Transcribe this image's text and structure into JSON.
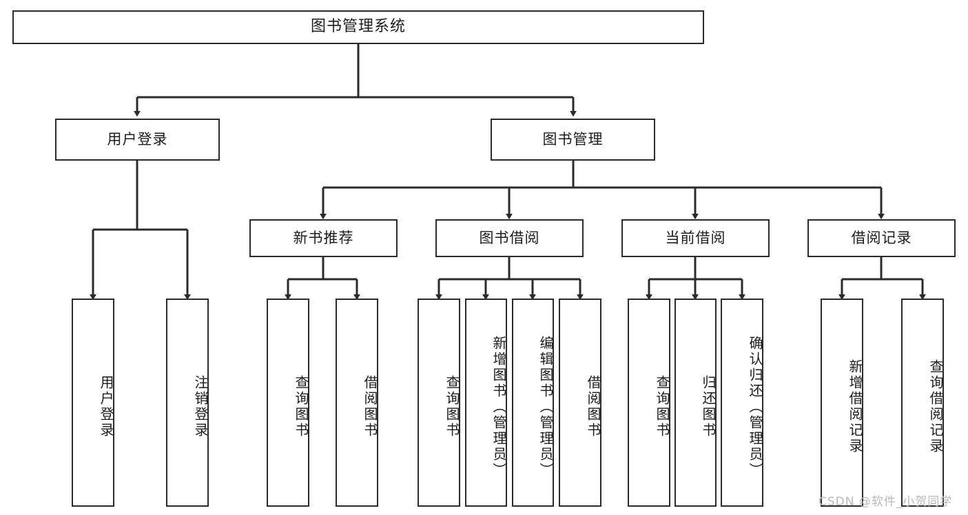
{
  "diagram": {
    "type": "tree",
    "title": "图书管理系统",
    "orientation": "top-down",
    "line_color": "#2b2b2b",
    "box_fill": "#ffffff",
    "background": "#ffffff",
    "watermark": "CSDN @软件_小贺同学",
    "root": {
      "label": "图书管理系统"
    },
    "level2": [
      {
        "label": "用户登录"
      },
      {
        "label": "图书管理"
      }
    ],
    "level3": [
      {
        "label": "新书推荐"
      },
      {
        "label": "图书借阅"
      },
      {
        "label": "当前借阅"
      },
      {
        "label": "借阅记录"
      }
    ],
    "leaves": {
      "user_login": [
        {
          "label": "用户登录"
        },
        {
          "label": "注销登录"
        }
      ],
      "new_book_recommend": [
        {
          "label": "查询图书"
        },
        {
          "label": "借阅图书"
        }
      ],
      "book_borrow": [
        {
          "label": "查询图书"
        },
        {
          "label": "新增图书（管理员）"
        },
        {
          "label": "编辑图书（管理员）"
        },
        {
          "label": "借阅图书"
        }
      ],
      "current_borrow": [
        {
          "label": "查询图书"
        },
        {
          "label": "归还图书"
        },
        {
          "label": "确认归还（管理员）"
        }
      ],
      "borrow_record": [
        {
          "label": "新增借阅记录"
        },
        {
          "label": "查询借阅记录"
        }
      ]
    }
  }
}
